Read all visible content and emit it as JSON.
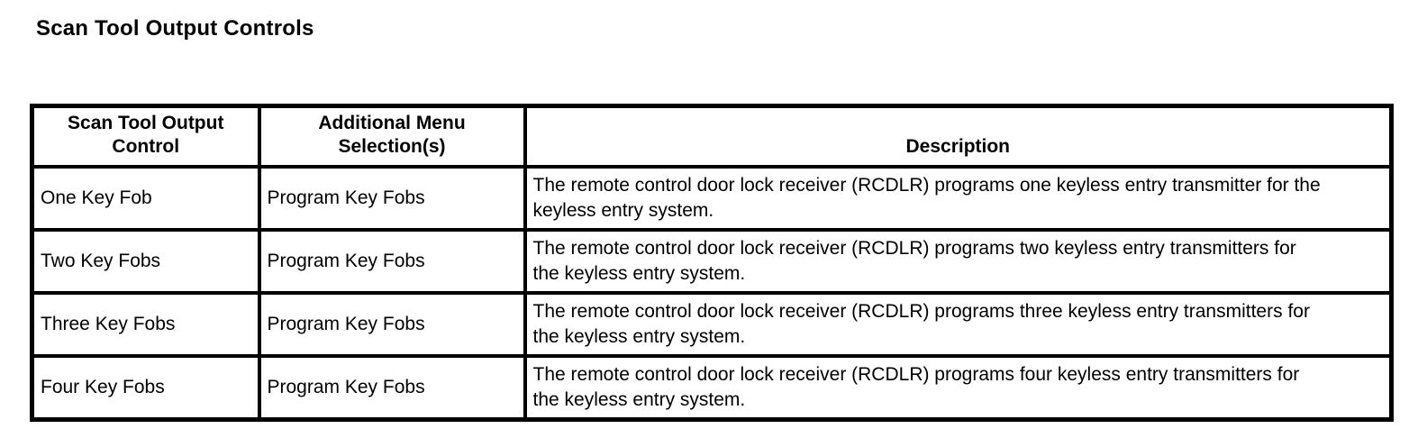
{
  "page_title": "Scan Tool Output Controls",
  "colors": {
    "background": "#ffffff",
    "text": "#000000",
    "table_border": "#000000"
  },
  "table": {
    "columns": [
      {
        "label": "Scan Tool Output Control"
      },
      {
        "label": "Additional Menu Selection(s)"
      },
      {
        "label": "Description"
      }
    ],
    "rows": [
      {
        "control": "One Key Fob",
        "menu": "Program Key Fobs",
        "description": "The remote control door lock receiver (RCDLR) programs one keyless entry transmitter for the keyless entry system."
      },
      {
        "control": "Two Key Fobs",
        "menu": "Program Key Fobs",
        "description": "The remote control door lock receiver (RCDLR) programs two keyless entry transmitters for the keyless entry system."
      },
      {
        "control": "Three Key Fobs",
        "menu": "Program Key Fobs",
        "description": "The remote control door lock receiver (RCDLR) programs three keyless entry transmitters for the keyless entry system."
      },
      {
        "control": "Four Key Fobs",
        "menu": "Program Key Fobs",
        "description": "The remote control door lock receiver (RCDLR) programs four keyless entry transmitters for the keyless entry system."
      }
    ]
  }
}
